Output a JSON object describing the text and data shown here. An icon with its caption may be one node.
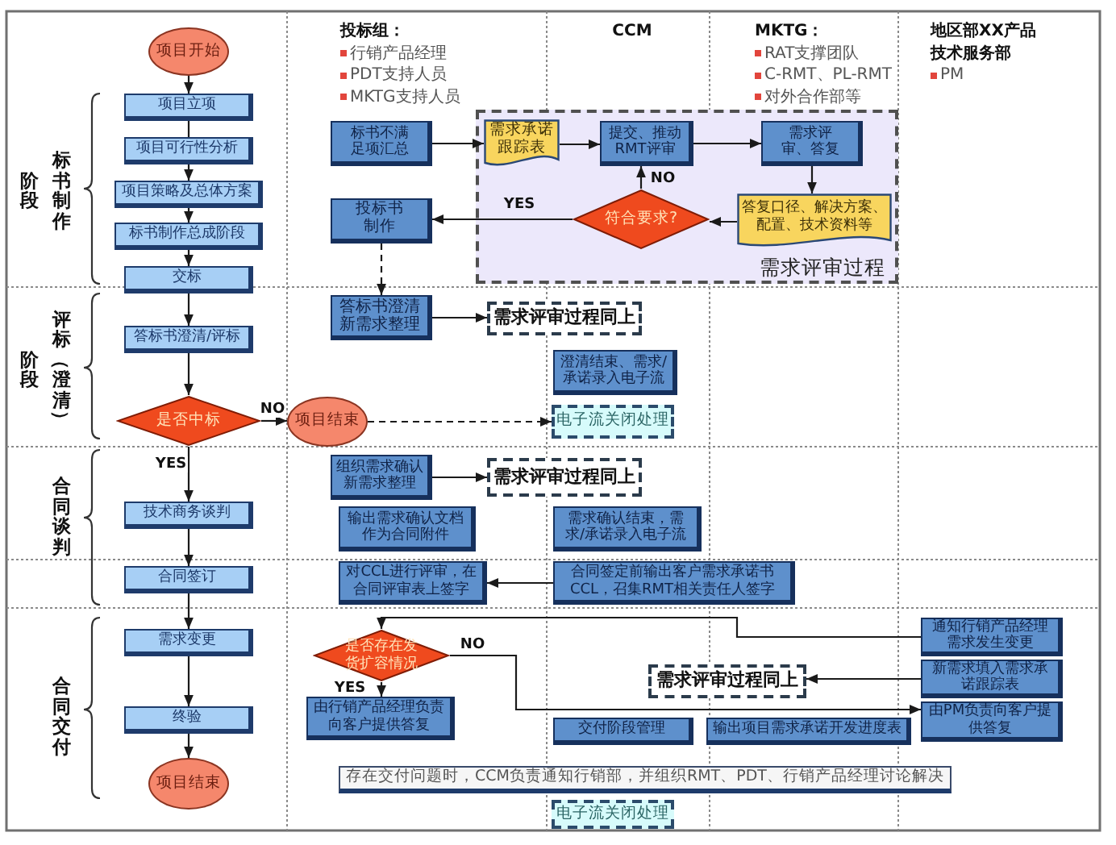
{
  "diagram": {
    "nodes": [
      {
        "text": [
          "项目开始"
        ]
      },
      {
        "text": [
          "项目立项"
        ]
      },
      {
        "text": [
          "项目可行性分析"
        ]
      },
      {
        "text": [
          "项目策略及总体方案"
        ]
      },
      {
        "text": [
          "标书制作总成阶段"
        ]
      },
      {
        "text": [
          "交标"
        ]
      },
      {
        "text": [
          "答标书澄清/评标"
        ]
      },
      {
        "text": [
          "是否中标"
        ]
      },
      {
        "text": [
          "项目结束"
        ]
      },
      {
        "text": [
          "技术商务谈判"
        ]
      },
      {
        "text": [
          "合同签订"
        ]
      },
      {
        "text": [
          "需求变更"
        ]
      },
      {
        "text": [
          "终验"
        ]
      },
      {
        "text": [
          "项目结束"
        ]
      },
      {
        "text": [
          "标书不满足项汇总"
        ]
      },
      {
        "text": [
          "需求评审过程"
        ]
      },
      {
        "text": [
          "需求承诺跟踪表"
        ],
        "in": 15
      },
      {
        "text": [
          "提交、推动RMT评审"
        ],
        "in": 15
      },
      {
        "text": [
          "需求评审、答复"
        ],
        "in": 15
      },
      {
        "text": [
          "符合要求?"
        ],
        "in": 15
      },
      {
        "text": [
          "答复口径、解决方案、配置、技术资料等"
        ],
        "in": 15
      },
      {
        "text": [
          "投标书制作"
        ]
      },
      {
        "text": [
          "答标书澄清新需求整理"
        ]
      },
      {
        "text": [
          "需求评审过程同上"
        ]
      },
      {
        "text": [
          "澄清结束、需求/承诺录入电子流"
        ]
      },
      {
        "text": [
          "电子流关闭处理"
        ]
      },
      {
        "text": [
          "组织需求确认新需求整理"
        ]
      },
      {
        "text": [
          "需求评审过程同上"
        ]
      },
      {
        "text": [
          "输出需求确认文档作为合同附件"
        ]
      },
      {
        "text": [
          "需求确认结束，需求/承诺录入电子流"
        ]
      },
      {
        "text": [
          "对CCL进行评审，在合同评审表上签字"
        ]
      },
      {
        "text": [
          "合同签定前输出客户需求承诺书CCL，召集RMT相关责任人签字"
        ]
      },
      {
        "text": [
          "通知行销产品经理需求发生变更"
        ]
      },
      {
        "text": [
          "是否存在发货扩容情况"
        ]
      },
      {
        "text": [
          "新需求填入需求承诺跟踪表"
        ]
      },
      {
        "text": [
          "需求评审过程同上"
        ]
      },
      {
        "text": [
          "由行销产品经理负责向客户提供答复"
        ]
      },
      {
        "text": [
          "由PM负责向客户提供答复"
        ]
      },
      {
        "text": [
          "交付阶段管理"
        ]
      },
      {
        "text": [
          "输出项目需求承诺开发进度表"
        ]
      },
      {
        "text": [
          "存在交付问题时，CCM负责通知行销部，并组织RMT、PDT、行销产品经理讨论解决"
        ]
      },
      {
        "text": [
          "电子流关闭处理"
        ]
      }
    ],
    "edges": [
      {
        "from": 0,
        "to": 1,
        "arrow": "to"
      },
      {
        "from": 1,
        "to": 2,
        "arrow": "none"
      },
      {
        "from": 2,
        "to": 3,
        "arrow": "to"
      },
      {
        "from": 3,
        "to": 4,
        "arrow": "to"
      },
      {
        "from": 4,
        "to": 5,
        "arrow": "to"
      },
      {
        "from": 5,
        "to": 6,
        "arrow": "to"
      },
      {
        "from": 6,
        "to": 7,
        "arrow": "to"
      },
      {
        "from": 7,
        "to": 8,
        "arrow": "to",
        "label": "NO"
      },
      {
        "from": 7,
        "to": 9,
        "arrow": "to",
        "label": "YES"
      },
      {
        "from": 9,
        "to": 10,
        "arrow": "to"
      },
      {
        "from": 10,
        "to": 11,
        "arrow": "to"
      },
      {
        "from": 11,
        "to": 12,
        "arrow": "to"
      },
      {
        "from": 12,
        "to": 13,
        "arrow": "to"
      },
      {
        "from": 14,
        "to": 16,
        "arrow": "to"
      },
      {
        "from": 16,
        "to": 17,
        "arrow": "to"
      },
      {
        "from": 17,
        "to": 18,
        "arrow": "to"
      },
      {
        "from": 18,
        "to": 20,
        "arrow": "to"
      },
      {
        "from": 20,
        "to": 19,
        "arrow": "to"
      },
      {
        "from": 19,
        "to": 17,
        "arrow": "to",
        "label": "NO"
      },
      {
        "from": 19,
        "to": 21,
        "arrow": "to",
        "label": "YES"
      },
      {
        "from": 21,
        "to": 22,
        "arrow": "to",
        "style": "dashed"
      },
      {
        "from": 22,
        "to": 23,
        "arrow": "to"
      },
      {
        "from": 8,
        "to": 25,
        "arrow": "to",
        "style": "dashed"
      },
      {
        "from": 26,
        "to": 27,
        "arrow": "to"
      },
      {
        "from": 31,
        "to": 30,
        "arrow": "to"
      },
      {
        "from": 32,
        "to": 33,
        "arrow": "to"
      },
      {
        "from": 33,
        "to": 36,
        "arrow": "to",
        "label": "YES"
      },
      {
        "from": 33,
        "to": 37,
        "arrow": "to",
        "label": "NO"
      },
      {
        "from": 34,
        "to": 35,
        "arrow": "to"
      }
    ],
    "labels": [
      "投标组：",
      "行销产品经理",
      "PDT支持人员",
      "MKTG支持人员",
      "CCM",
      "MKTG：",
      "RAT支撑团队",
      "C-RMT、PL-RMT",
      "对外合作部等",
      "地区部XX产品",
      "技术服务部",
      "PM",
      "标书制作阶段",
      "评标（澄清）阶段",
      "合同谈判",
      "合同交付"
    ]
  }
}
